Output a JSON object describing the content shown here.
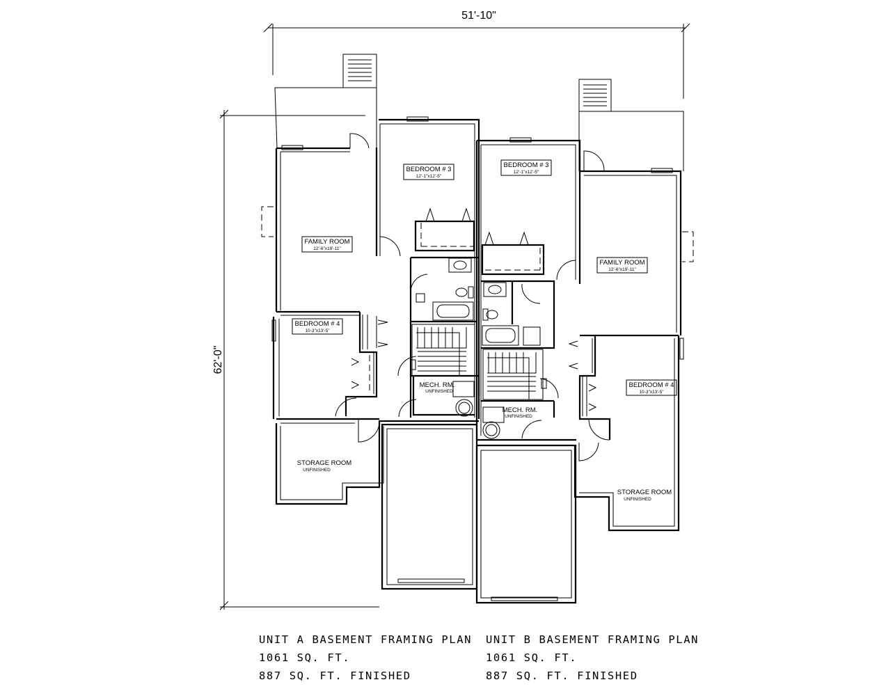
{
  "dimensions": {
    "width": "51'-10\"",
    "depth": "62'-0\""
  },
  "rooms": {
    "a_family": {
      "name": "FAMILY ROOM",
      "size": "12'-6\"x19'-11\""
    },
    "a_bed3": {
      "name": "BEDROOM # 3",
      "size": "12'-1\"x12'-5\""
    },
    "a_bed4": {
      "name": "BEDROOM # 4",
      "size": "10-3\"x13'-5\""
    },
    "a_mech": {
      "name": "MECH. RM.",
      "note": "UNFINISHED"
    },
    "a_storage": {
      "name": "STORAGE ROOM",
      "note": "UNFINISHED"
    },
    "b_family": {
      "name": "FAMILY ROOM",
      "size": "12'-6\"x19'-11\""
    },
    "b_bed3": {
      "name": "BEDROOM # 3",
      "size": "12'-1\"x12'-5\""
    },
    "b_bed4": {
      "name": "BEDROOM # 4",
      "size": "10-3\"x13'-5\""
    },
    "b_mech": {
      "name": "MECH. RM.",
      "note": "UNFINISHED"
    },
    "b_storage": {
      "name": "STORAGE ROOM",
      "note": "UNFINISHED"
    }
  },
  "captions": {
    "unit_a": {
      "title": "UNIT A BASEMENT FRAMING PLAN",
      "area": "1061 SQ. FT.",
      "finished": "887 SQ. FT. FINISHED"
    },
    "unit_b": {
      "title": "UNIT B BASEMENT FRAMING PLAN",
      "area": "1061 SQ. FT.",
      "finished": "887 SQ. FT. FINISHED"
    }
  }
}
